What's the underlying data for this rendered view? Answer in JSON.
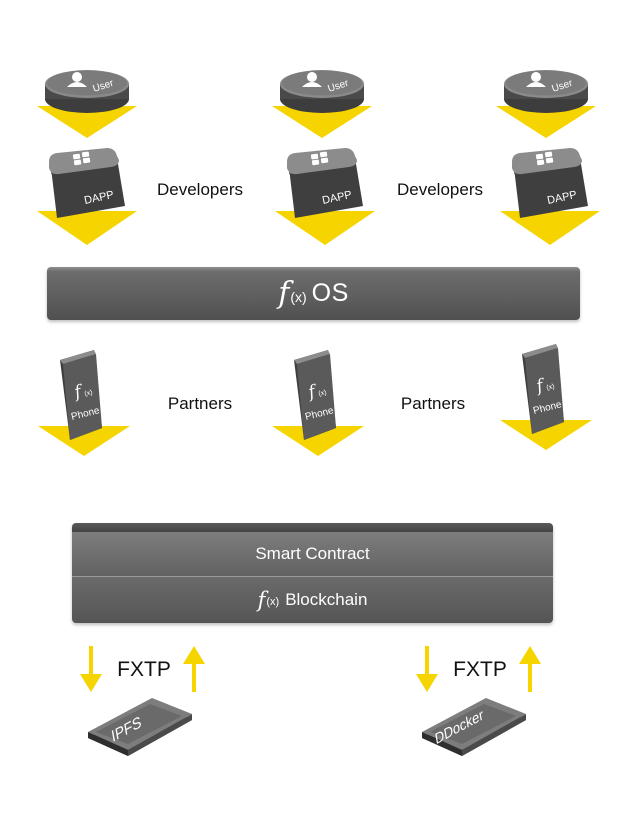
{
  "top_row": {
    "user_label": "User",
    "dapp_label": "DAPP",
    "developers_label": "Developers"
  },
  "os_bar": {
    "prefix": "f",
    "x": "(x)",
    "label": "OS"
  },
  "partners_row": {
    "phone_prefix": "f",
    "phone_x": "(x)",
    "phone_label": "Phone",
    "partners_label": "Partners"
  },
  "stack": {
    "smart_contract": "Smart Contract",
    "prefix": "f",
    "x": "(x)",
    "blockchain": "Blockchain"
  },
  "bottom": {
    "fxtp_label": "FXTP",
    "ipfs_label": "IPFS",
    "ddocker_label": "DDocker"
  },
  "colors": {
    "accent_yellow": "#f5d400",
    "device_dark": "#4a4a4a",
    "device_light": "#8a8a8a",
    "bar_gray": "#5f5f5f"
  }
}
